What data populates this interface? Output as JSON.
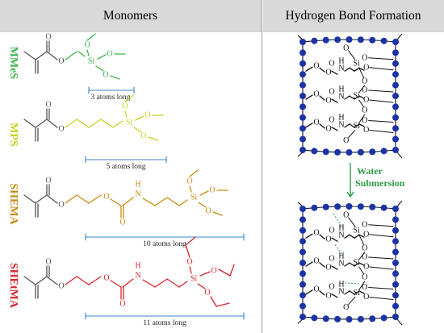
{
  "header": {
    "monomers": "Monomers",
    "hydrogen_bond": "Hydrogen Bond Formation"
  },
  "monomers": [
    {
      "name": "MMeS",
      "length_label": "3 atoms long",
      "color": "#3cb34a"
    },
    {
      "name": "MPS",
      "length_label": "5 atoms long",
      "color": "#c8d020"
    },
    {
      "name": "SHEMA",
      "length_label": "10 atoms long",
      "color": "#c68a10"
    },
    {
      "name": "SHEtMA",
      "length_label": "11 atoms long",
      "color": "#d8232a"
    }
  ],
  "atoms": {
    "O": "O",
    "Si": "Si",
    "N": "N",
    "H": "H"
  },
  "process": {
    "line1": "Water",
    "line2": "Submersion",
    "color": "#2e9a46"
  },
  "colors": {
    "bead": "#1c33a6",
    "bracket": "#3a86c8",
    "header_bg": "#d9d9d9"
  }
}
